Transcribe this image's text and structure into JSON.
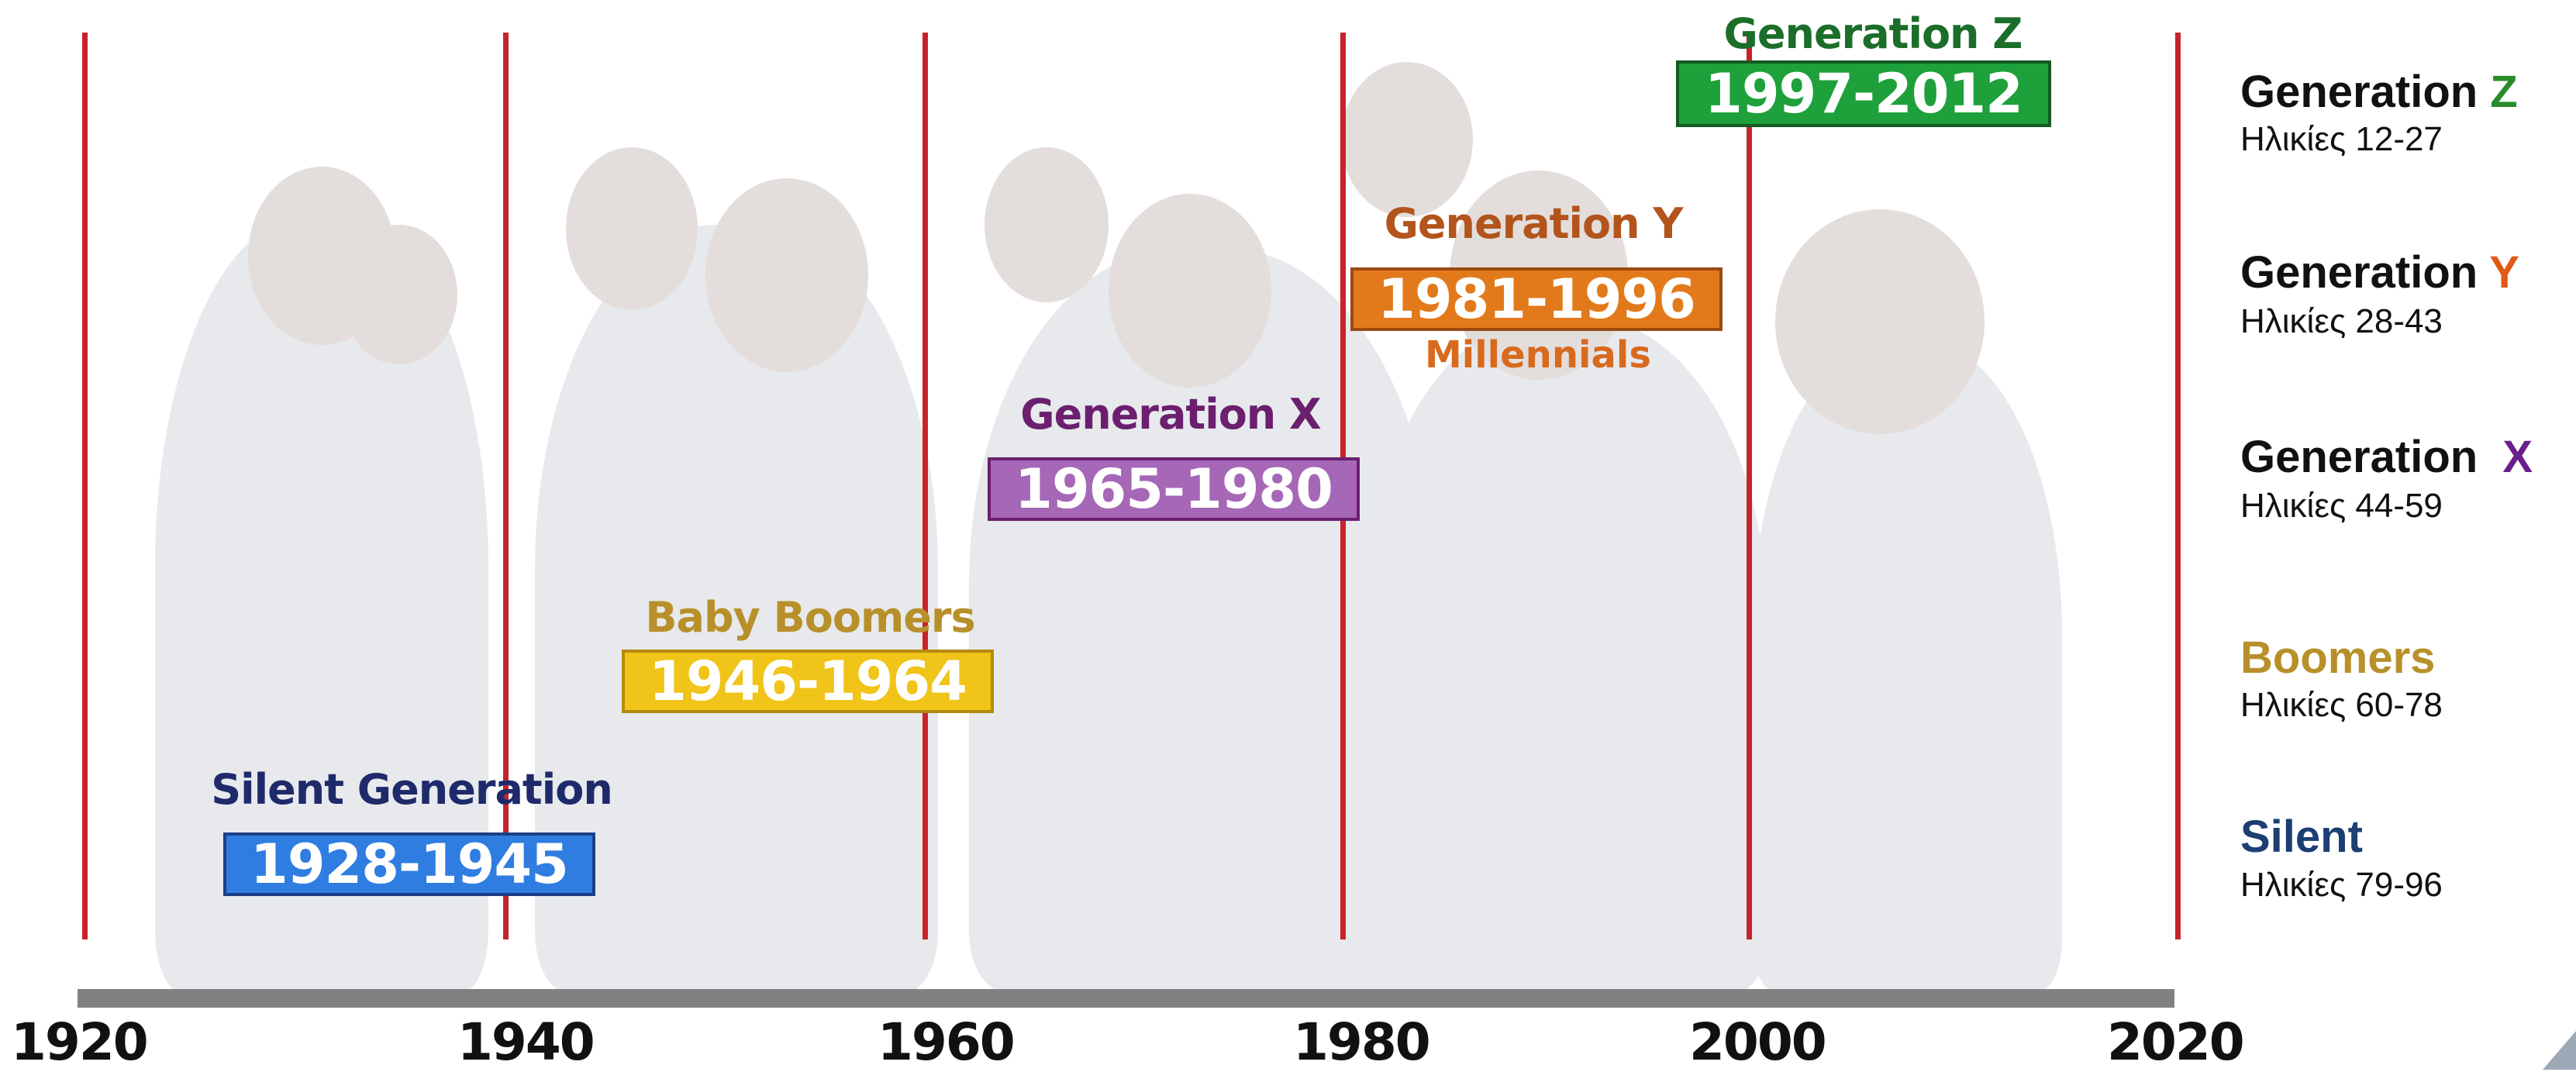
{
  "axis": {
    "years": [
      "1920",
      "1940",
      "1960",
      "1980",
      "2000",
      "2020"
    ]
  },
  "generations": {
    "silent": {
      "name": "Silent Generation",
      "range": "1928-1945",
      "name_color": "#1f2a6b",
      "box_color": "#2f7de1"
    },
    "boomers": {
      "name": "Baby Boomers",
      "range": "1946-1964",
      "name_color": "#b8902a",
      "box_color": "#f0c418"
    },
    "genx": {
      "name": "Generation X",
      "range": "1965-1980",
      "name_color": "#6b1f6e",
      "box_color": "#a667b7"
    },
    "geny": {
      "name": "Generation Y",
      "range": "1981-1996",
      "subname": "Millennials",
      "name_color": "#b2541c",
      "sub_color": "#d86a1e",
      "box_color": "#e27a1b"
    },
    "genz": {
      "name": "Generation Z",
      "range": "1997-2012",
      "name_color": "#1b6e2a",
      "box_color": "#1ea03a"
    }
  },
  "legend": {
    "genz": {
      "prefix": "Generation ",
      "letter": "Z",
      "letter_color": "#2a8b2a",
      "ages": "Ηλικίες 12-27"
    },
    "geny": {
      "prefix": "Generation ",
      "letter": "Y",
      "letter_color": "#e05a16",
      "ages": "Ηλικίες 28-43"
    },
    "genx": {
      "prefix": "Generation  ",
      "letter": "X",
      "letter_color": "#6a1e8a",
      "ages": "Ηλικίες 44-59"
    },
    "boomers": {
      "title": "Boomers",
      "title_color": "#b8902a",
      "ages": "Ηλικίες 60-78"
    },
    "silent": {
      "title": "Silent",
      "title_color": "#1c3f73",
      "ages": "Ηλικίες 79-96"
    }
  }
}
